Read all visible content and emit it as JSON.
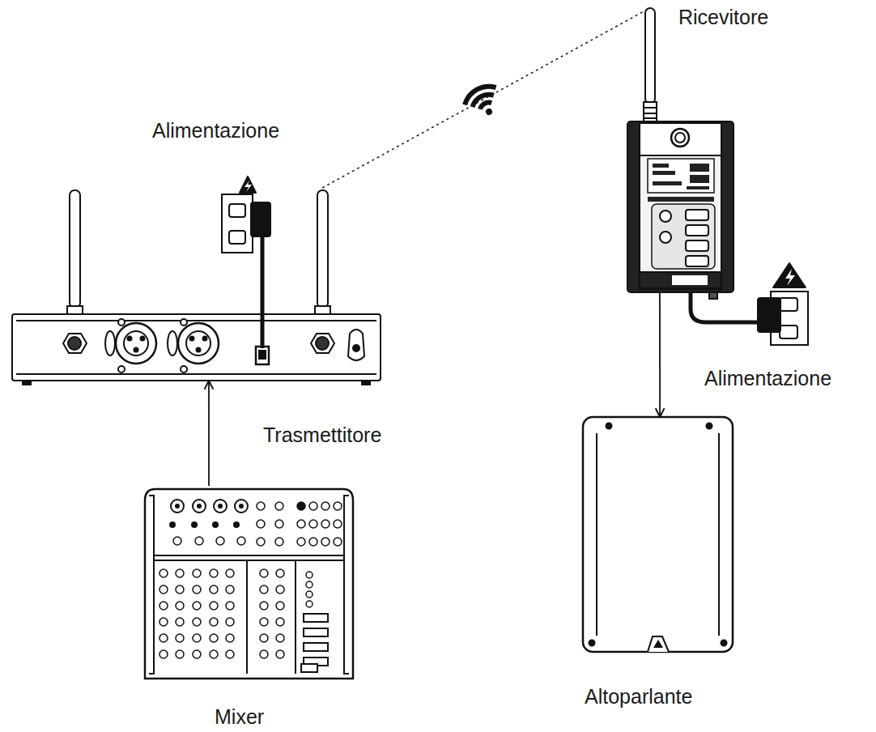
{
  "diagram": {
    "nodes": [
      {
        "text": [
          "Ricevitore"
        ]
      },
      {
        "text": [
          "Trasmettitore"
        ]
      },
      {
        "text": [
          "Altoparlante"
        ]
      },
      {
        "text": [
          "Mixer"
        ]
      }
    ],
    "edges": [
      {
        "from": 3,
        "to": 1,
        "arrow": "to"
      },
      {
        "from": 1,
        "to": 0,
        "arrow": "none"
      },
      {
        "from": 0,
        "to": 2,
        "arrow": "to"
      }
    ],
    "labels": [
      "Alimentazione",
      "Alimentazione"
    ]
  }
}
